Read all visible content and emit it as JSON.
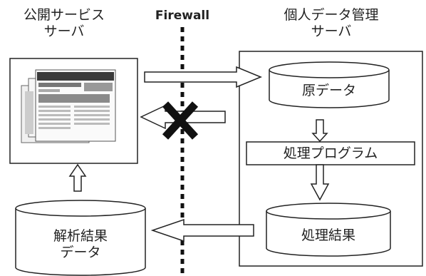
{
  "diagram": {
    "public_server_label": "公開サービス\nサーバ",
    "firewall_label": "Firewall",
    "personal_server_label": "個人データ管理\nサーバ",
    "raw_data_label": "原データ",
    "processing_program_label": "処理プログラム",
    "processing_result_label": "処理結果",
    "analysis_result_label": "解析結果\nデータ",
    "icons": {
      "blocked": "x-cross-icon",
      "screenshot": "web-page-screenshot-icon"
    },
    "colors": {
      "stroke": "#222222",
      "fill": "#ffffff",
      "cross": "#111111"
    }
  }
}
